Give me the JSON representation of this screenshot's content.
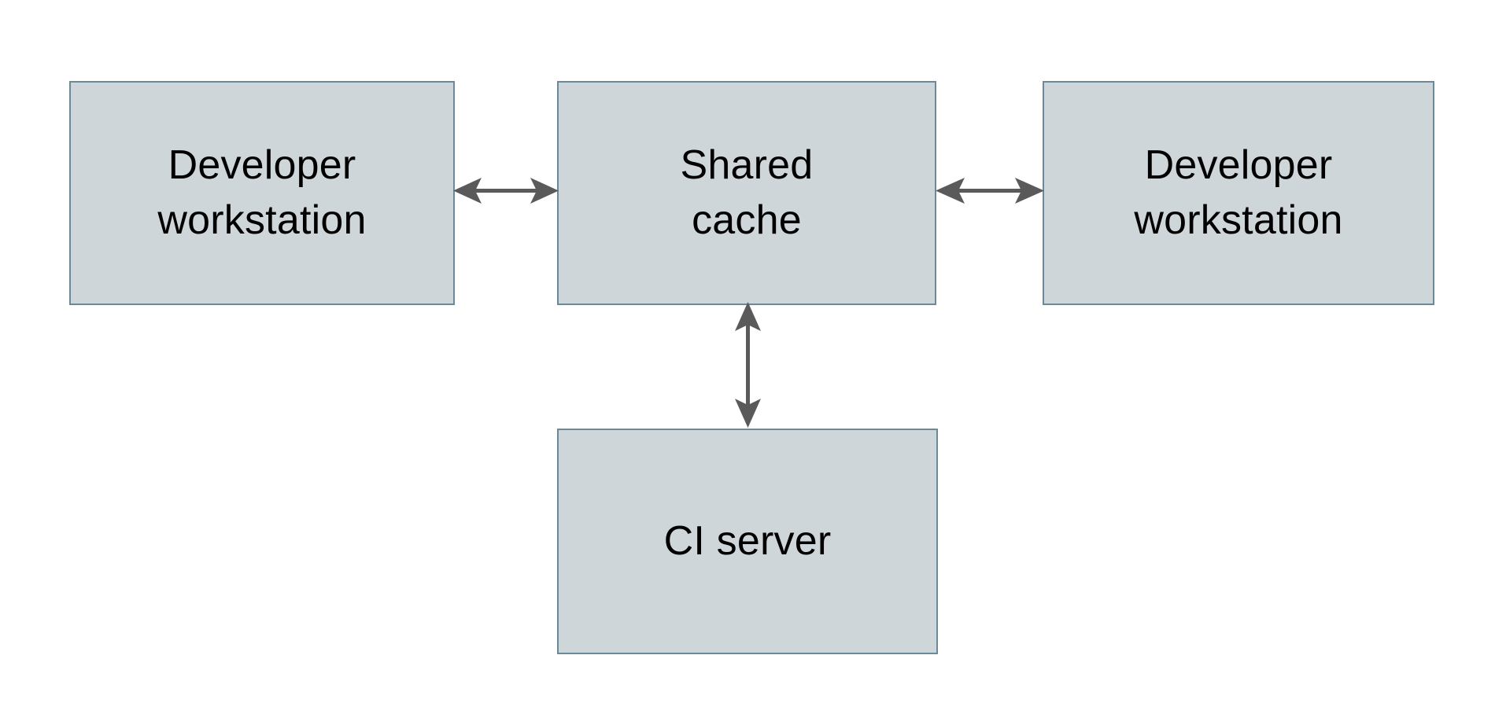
{
  "diagram": {
    "type": "block-diagram",
    "background_color": "#ffffff",
    "node_fill_color": "#ced6da",
    "node_border_color": "#6b8a99",
    "edge_color": "#5a5a5a",
    "text_color": "#000000",
    "nodes": [
      {
        "id": "dev-left",
        "label": "Developer\nworkstation",
        "shape": "rectangle"
      },
      {
        "id": "shared-cache",
        "label": "Shared\ncache",
        "shape": "rectangle"
      },
      {
        "id": "dev-right",
        "label": "Developer\nworkstation",
        "shape": "rectangle"
      },
      {
        "id": "ci-server",
        "label": "CI server",
        "shape": "rectangle"
      }
    ],
    "edges": [
      {
        "id": "dev-left-shared",
        "from": "dev-left",
        "to": "shared-cache",
        "direction": "bidirectional",
        "label": ""
      },
      {
        "id": "shared-dev-right",
        "from": "shared-cache",
        "to": "dev-right",
        "direction": "bidirectional",
        "label": ""
      },
      {
        "id": "shared-ci",
        "from": "ci-server",
        "to": "shared-cache",
        "direction": "bidirectional",
        "label": ""
      }
    ]
  }
}
